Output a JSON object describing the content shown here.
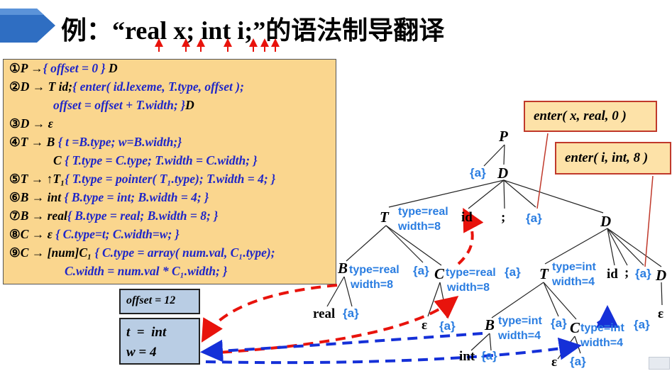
{
  "title": "例：“real x; int i;”的语法制导翻译",
  "rules": [
    {
      "n": "①",
      "head": "P →",
      "action": "{ offset = 0 }",
      "tail": " D"
    },
    {
      "n": "②",
      "head": "D → T id;",
      "action": "{ enter( id.lexeme, T.type, offset );",
      "tail": ""
    },
    {
      "n": "",
      "head": "",
      "action": "offset = offset + T.width; }",
      "tail": "D"
    },
    {
      "n": "③",
      "head": "D → ε",
      "action": "",
      "tail": ""
    },
    {
      "n": "④",
      "head": "T → B",
      "action": "  { t =B.type; w=B.width;}",
      "tail": ""
    },
    {
      "n": "",
      "head": "C",
      "action": "  { T.type = C.type; T.width = C.width; }",
      "tail": ""
    },
    {
      "n": "⑤",
      "head": "T → ↑T₁",
      "action": "{ T.type = pointer( T₁.type); T.width = 4; }",
      "tail": ""
    },
    {
      "n": "⑥",
      "head": "B → int",
      "action": " { B.type = int; B.width = 4; }",
      "tail": ""
    },
    {
      "n": "⑦",
      "head": "B → real",
      "action": "{ B.type = real; B.width = 8; }",
      "tail": ""
    },
    {
      "n": "⑧",
      "head": "C → ε",
      "action": " { C.type=t; C.width=w; }",
      "tail": ""
    },
    {
      "n": "⑨",
      "head": "C → [num]C₁",
      "action": " { C.type = array( num.val, C₁.type);",
      "tail": ""
    },
    {
      "n": "",
      "head": "",
      "action": "C.width = num.val * C₁.width; }",
      "tail": ""
    }
  ],
  "offset_box": "offset = 12",
  "tw_box": {
    "t_line": "t  =  int",
    "w_line": "w = 4"
  },
  "enter_calls": [
    "enter( x, real, 0 )",
    "enter( i, int, 8 )"
  ],
  "tree": {
    "P": "P",
    "D1": "D",
    "a1": "{a}",
    "T1": "T",
    "T1_attr": [
      "type=real",
      "width=8"
    ],
    "id1": "id",
    "semi1": ";",
    "a2": "{a}",
    "D2": "D",
    "B1": "B",
    "B1_attr": [
      "type=real",
      "width=8"
    ],
    "a3": "{a}",
    "C1": "C",
    "C1_attr": [
      "type=real",
      "width=8"
    ],
    "a4": "{a}",
    "real": "real",
    "a5": "{a}",
    "eps1": "ε",
    "a6": "{a}",
    "T2": "T",
    "T2_attr": [
      "type=int",
      "width=4"
    ],
    "id2": "id",
    "semi2": ";",
    "a7": "{a}",
    "D3": "D",
    "eps3": "ε",
    "B2": "B",
    "B2_attr": [
      "type=int",
      "width=4"
    ],
    "a8": "{a}",
    "C2": "C",
    "C2_attr": [
      "type=int",
      "width=4"
    ],
    "a9": "{a}",
    "int": "int",
    "a10": "{a}",
    "eps2": "ε",
    "a11": "{a}"
  },
  "colors": {
    "red_arrow": "#e8130c",
    "blue_arrow": "#1530d8",
    "box_orange": "#fad68e",
    "box_blue": "#b9cde4",
    "action_blue": "#2a7de1"
  }
}
